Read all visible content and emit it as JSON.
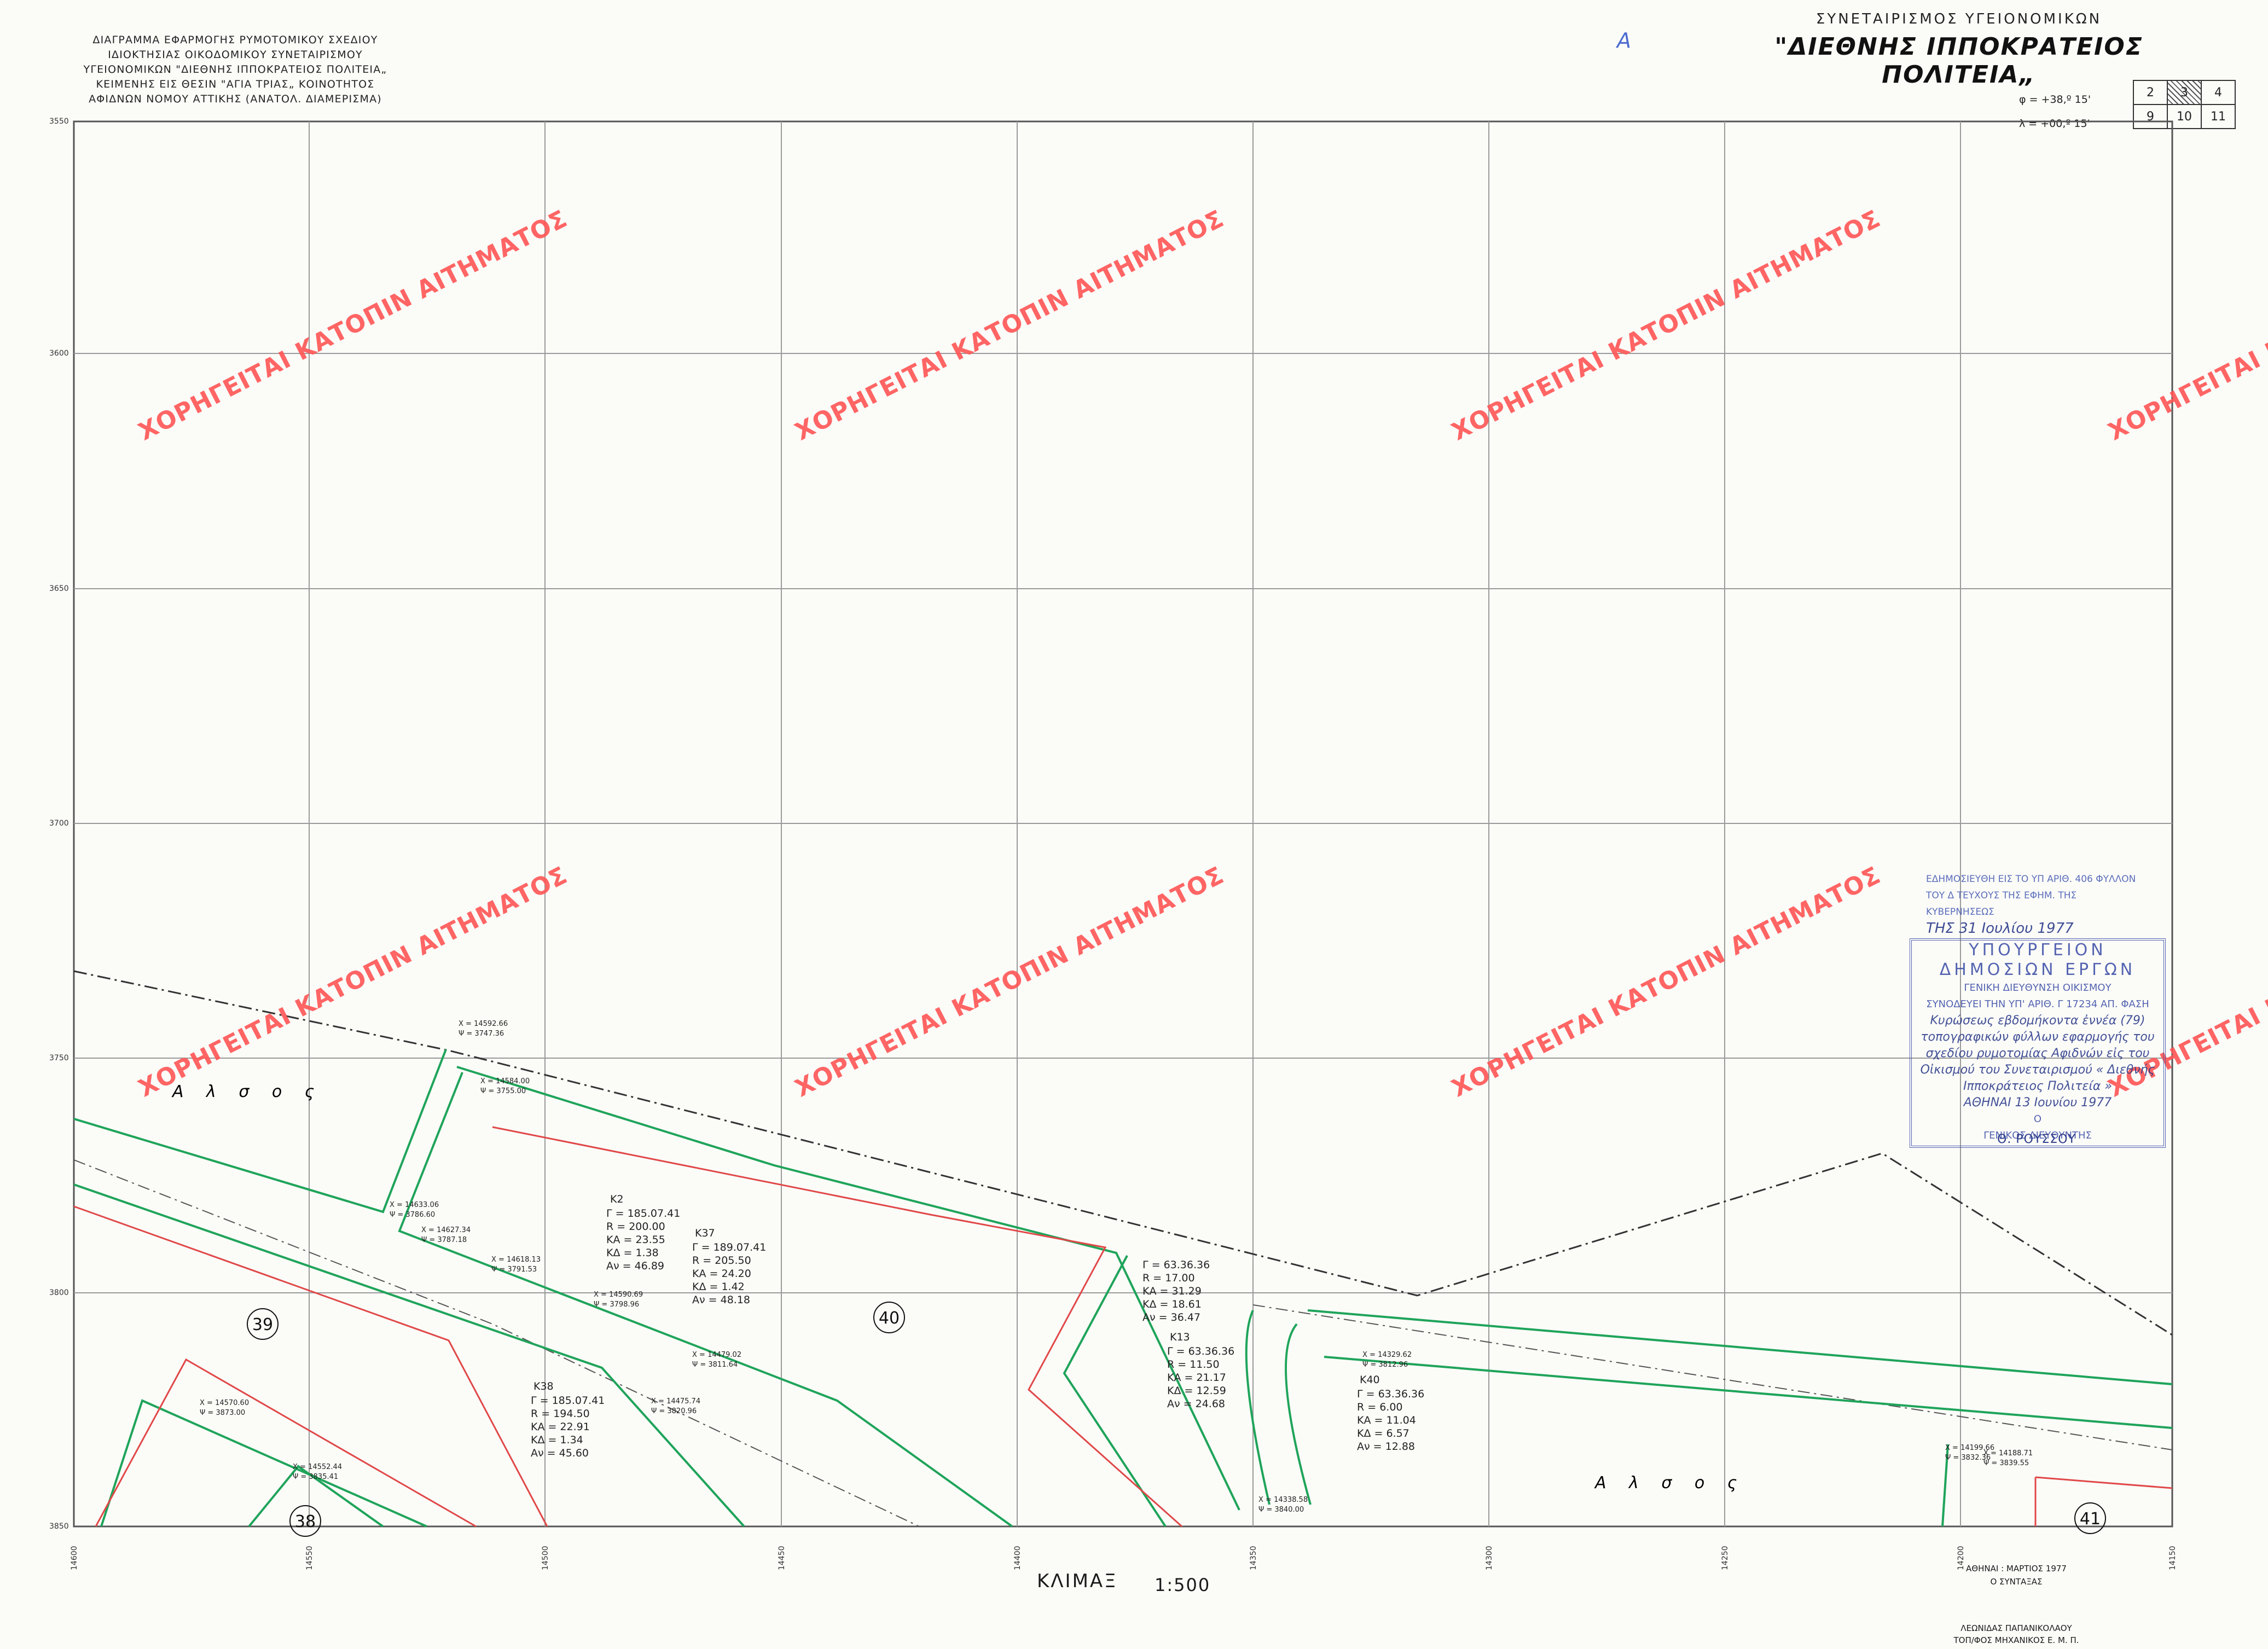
{
  "header": {
    "title_lines": [
      "ΔΙΑΓΡΑΜΜΑ ΕΦΑΡΜΟΓΗΣ ΡΥΜΟΤΟΜΙΚΟΥ ΣΧΕΔΙΟΥ",
      "ΙΔΙΟΚΤΗΣΙΑΣ ΟΙΚΟΔΟΜΙΚΟΥ ΣΥΝΕΤΑΙΡΙΣΜΟΥ",
      "ΥΓΕΙΟΝΟΜΙΚΩΝ \"ΔΙΕΘΝΗΣ ΙΠΠΟΚΡΑΤΕΙΟΣ ΠΟΛΙΤΕΙΑ„",
      "ΚΕΙΜΕΝΗΣ ΕΙΣ ΘΕΣΙΝ \"ΑΓΙΑ ΤΡΙΑΣ„ ΚΟΙΝΟΤΗΤΟΣ",
      "ΑΦΙΔΝΩΝ ΝΟΜΟΥ ΑΤΤΙΚΗΣ (ΑΝΑΤΟΛ. ΔΙΑΜΕΡΙΣΜΑ)"
    ],
    "org_line1": "ΣΥΝΕΤΑΙΡΙΣΜΟΣ ΥΓΕΙΟΝΟΜΙΚΩΝ",
    "org_line2": "\"ΔΙΕΘΝΗΣ ΙΠΠΟΚΡΑΤΕΙΟΣ ΠΟΛΙΤΕΙΑ„",
    "phi": "φ = +38,º 15'",
    "lambda": "λ = +00,º 15'",
    "sheet_index": [
      [
        "2",
        "3",
        "4"
      ],
      [
        "9",
        "10",
        "11"
      ]
    ],
    "annotation_a": "A"
  },
  "grid": {
    "y_labels": [
      "3550",
      "3600",
      "3650",
      "3700",
      "3750",
      "3800",
      "3850"
    ],
    "x_labels": [
      "14600",
      "14550",
      "14500",
      "14450",
      "14400",
      "14350",
      "14300",
      "14250",
      "14200",
      "14150"
    ]
  },
  "areas": {
    "alsos_left": "Α λ σ ο ς",
    "alsos_right": "Α λ σ ο ς",
    "blocks": [
      "39",
      "40",
      "38",
      "41"
    ]
  },
  "curves": [
    {
      "id": "K2",
      "lines": [
        "Κ2",
        "Γ = 185.07.41",
        "R = 200.00",
        "ΚΑ = 23.55",
        "ΚΔ = 1.38",
        "Αν = 46.89"
      ]
    },
    {
      "id": "K37",
      "lines": [
        "Κ37",
        "Γ = 189.07.41",
        "R = 205.50",
        "ΚΑ = 24.20",
        "ΚΔ = 1.42",
        "Αν = 48.18"
      ]
    },
    {
      "id": "K38",
      "lines": [
        "Κ38",
        "Γ = 185.07.41",
        "R = 194.50",
        "ΚΑ = 22.91",
        "ΚΔ = 1.34",
        "Αν = 45.60"
      ]
    },
    {
      "id": "K39",
      "lines": [
        "Γ = 63.36.36",
        "R = 17.00",
        "ΚΑ = 31.29",
        "ΚΔ = 18.61",
        "Αν = 36.47"
      ]
    },
    {
      "id": "K13",
      "lines": [
        "Κ13",
        "Γ = 63.36.36",
        "R = 11.50",
        "ΚΑ = 21.17",
        "ΚΔ = 12.59",
        "Αν = 24.68"
      ]
    },
    {
      "id": "K40",
      "lines": [
        "Κ40",
        "Γ = 63.36.36",
        "R = 6.00",
        "ΚΑ = 11.04",
        "ΚΔ = 6.57",
        "Αν = 12.88"
      ]
    }
  ],
  "points": [
    {
      "label": "X = 14592.66",
      "label2": "Ψ = 3747.36"
    },
    {
      "label": "X = 14584.00",
      "label2": "Ψ = 3755.00"
    },
    {
      "label": "X = 14633.06",
      "label2": "Ψ = 3786.60"
    },
    {
      "label": "X = 14627.34",
      "label2": "Ψ = 3787.18"
    },
    {
      "label": "X = 14618.13",
      "label2": "Ψ = 3791.53"
    },
    {
      "label": "X = 14590.69",
      "label2": "Ψ = 3798.96"
    },
    {
      "label": "X = 14570.60",
      "label2": "Ψ = 3873.00"
    },
    {
      "label": "X = 14552.44",
      "label2": "Ψ = 3835.41"
    },
    {
      "label": "X = 14479.02",
      "label2": "Ψ = 3811.64"
    },
    {
      "label": "X = 14475.74",
      "label2": "Ψ = 3820.96"
    },
    {
      "label": "X = 14338.58",
      "label2": "Ψ = 3840.00"
    },
    {
      "label": "X = 14329.62",
      "label2": "Ψ = 3812.96"
    },
    {
      "label": "X = 14199.66",
      "label2": "Ψ = 3832.36"
    },
    {
      "label": "X = 14188.71",
      "label2": "Ψ = 3839.55"
    }
  ],
  "scale": {
    "title": "ΚΛΙΜΑΞ",
    "value": "1:500"
  },
  "date_block": [
    "ΑΘΗΝΑΙ : ΜΑΡΤΙΟΣ 1977",
    "Ο ΣΥΝΤΑΞΑΣ"
  ],
  "surveyor": [
    "ΛΕΩΝΙΔΑΣ ΠΑΠΑΝΙΚΟΛΑΟΥ",
    "ΤΟΠ/ΦΟΣ ΜΗΧΑΝΙΚΟΣ Ε. Μ. Π."
  ],
  "stamp_publication": {
    "line1": "ΕΔΗΜΟΣΙΕΥΘΗ ΕΙΣ ΤΟ ΥΠ ΑΡΙΘ. 406 ΦΥΛΛΟΝ",
    "line2": "ΤΟΥ Δ ΤΕΥΧΟΥΣ ΤΗΣ ΕΦΗΜ. ΤΗΣ ΚΥΒΕΡΝΗΣΕΩΣ",
    "line3": "ΤΗΣ 31 Ιουλίου 1977"
  },
  "stamp_ministry": {
    "l1": "ΥΠΟΥΡΓΕΙΟΝ",
    "l2": "ΔΗΜΟΣΙΩΝ ΕΡΓΩΝ",
    "l3": "ΓΕΝΙΚΗ ΔΙΕΥΘΥΝΣΗ ΟΙΚΙΣΜΟΥ",
    "l4": "ΣΥΝΟΔΕΥΕΙ ΤΗΝ ΥΠ' ΑΡΙΘ. Γ 17234 ΑΠ. ΦΑΣΗ",
    "l5": "Κυρώσεως εβδομήκοντα ἐννέα (79)",
    "l6": "τοπογραφικών φύλλων εφαρμογής του",
    "l7": "σχεδίου ρυμοτομίας Αφιδνών εἰς του",
    "l8": "Οἰκισμού του Συνεταιρισμού « Διεθνής",
    "l9": "Ιπποκράτειος Πολιτεία »",
    "l10": "ΑΘΗΝΑΙ 13 Ιουνίου 1977",
    "l11": "Ο",
    "l12": "ΓΕΝΙΚΟΣ ΔΙΕΥΘΥΝΤΗΣ",
    "sign": "Θ. ΡΟΥΣΣΟΥ"
  },
  "watermark": "ΧΟΡΗΓΕΙΤΑΙ ΚΑΤΟΠΙΝ ΑΙΤΗΜΑΤΟΣ",
  "colors": {
    "red": "#e04848",
    "green": "#1fa45a",
    "grid": "#9a9a9a",
    "stamp": "#3e50a8"
  }
}
